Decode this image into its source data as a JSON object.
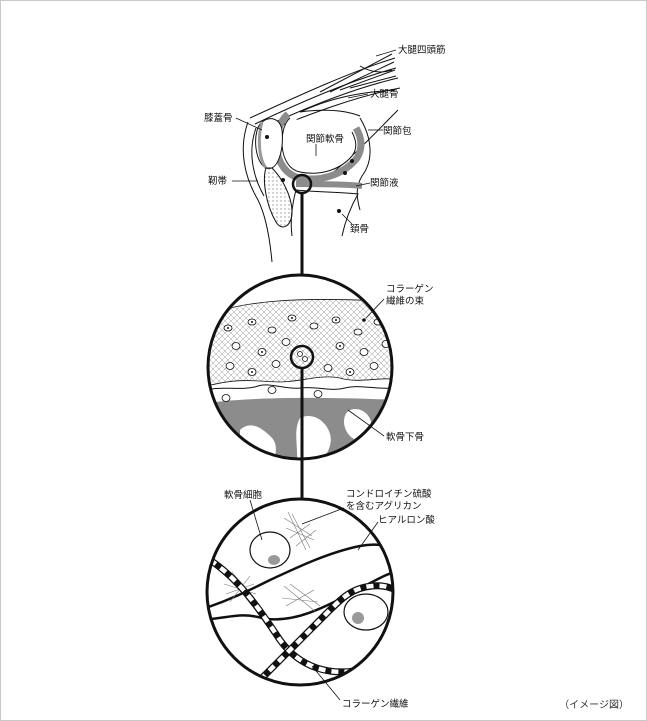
{
  "labels": {
    "quadriceps": "大腿四頭筋",
    "femur": "大腿骨",
    "patella": "膝蓋骨",
    "articular_cartilage": "関節軟骨",
    "joint_capsule": "関節包",
    "ligament": "靭帯",
    "synovial_fluid": "関節液",
    "tibia": "頚骨",
    "collagen_bundle_line1": "コラーゲン",
    "collagen_bundle_line2": "繊維の束",
    "subchondral_bone": "軟骨下骨",
    "chondrocyte": "軟骨細胞",
    "aggrecan_line1": "コンドロイチン硫酸",
    "aggrecan_line2": "を含むアグリカン",
    "hyaluronic_acid": "ヒアルロン酸",
    "collagen_fiber": "コラーゲン繊維"
  },
  "caption": "（イメージ図）",
  "colors": {
    "line": "#111111",
    "cartilage_gray": "#b5b5b5",
    "bone_gray": "#8c8c8c",
    "hatch": "#9a9a9a"
  }
}
